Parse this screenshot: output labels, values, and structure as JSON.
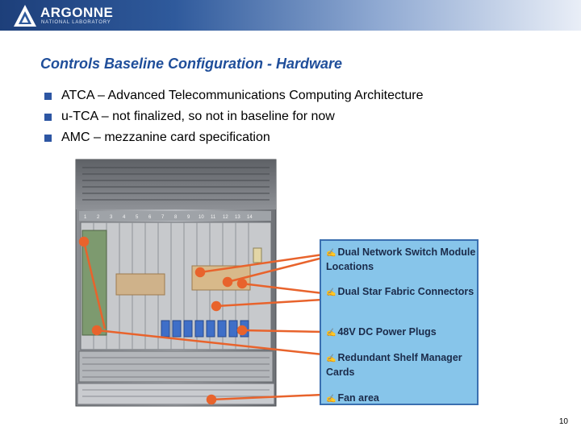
{
  "header": {
    "logo_text": "ARGONNE",
    "logo_subtext": "NATIONAL LABORATORY",
    "gradient_start": "#1d3f7a",
    "gradient_end": "#e9eef7"
  },
  "slide": {
    "title": "Controls Baseline Configuration - Hardware",
    "title_color": "#1f4e9a",
    "bullets": [
      "ATCA – Advanced Telecommunications Computing Architecture",
      "u-TCA – not finalized, so not in baseline for now",
      "AMC – mezzanine card specification"
    ],
    "bullet_color": "#2d56a3",
    "page_number": "10"
  },
  "chassis_figure": {
    "slot_numbers": [
      "1",
      "2",
      "3",
      "4",
      "5",
      "6",
      "7",
      "8",
      "9",
      "10",
      "11",
      "12",
      "13",
      "14"
    ],
    "callout_items": [
      "Dual Network Switch Module  Locations",
      "Dual Star Fabric Connectors",
      "48V DC Power Plugs",
      "Redundant Shelf Manager Cards",
      "Fan area"
    ],
    "callout_glyph": "✍",
    "callout_bg": "#87c5ea",
    "arrow_color": "#e8632c"
  }
}
